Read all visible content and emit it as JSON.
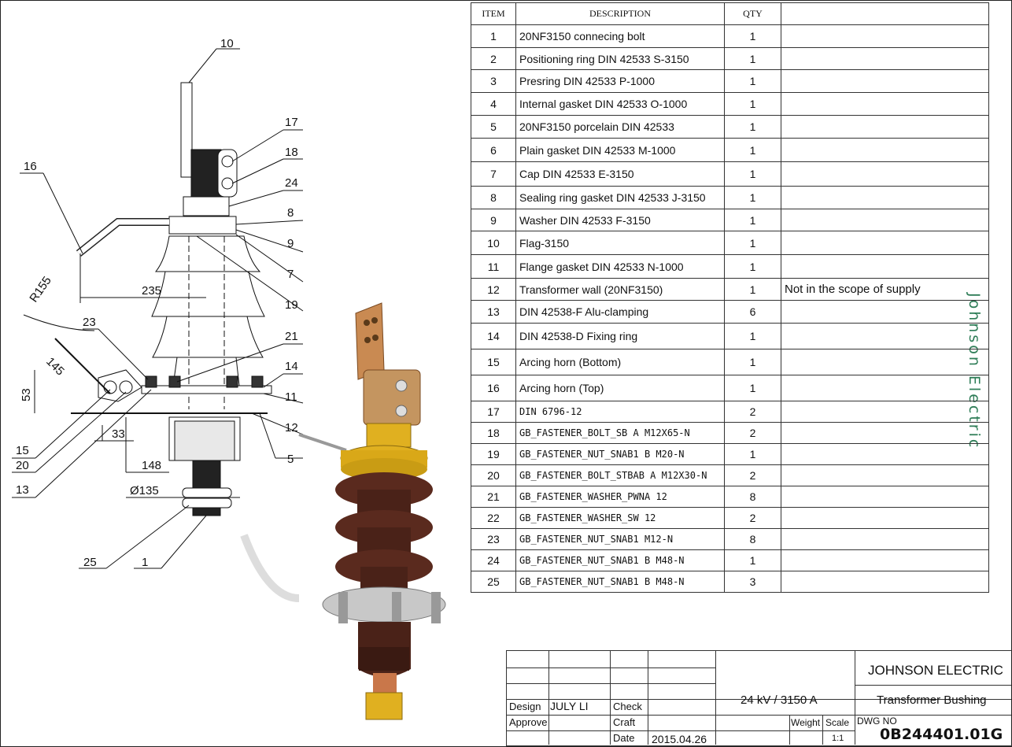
{
  "bom": {
    "headers": {
      "item": "ITEM",
      "description": "DESCRIPTION",
      "qty": "QTY"
    },
    "rows": [
      {
        "item": "1",
        "desc": "20NF3150 connecing bolt",
        "qty": "1",
        "remark": ""
      },
      {
        "item": "2",
        "desc": "Positioning ring DIN 42533 S-3150",
        "qty": "1",
        "remark": ""
      },
      {
        "item": "3",
        "desc": "Presring DIN 42533 P-1000",
        "qty": "1",
        "remark": ""
      },
      {
        "item": "4",
        "desc": "Internal gasket DIN 42533 O-1000",
        "qty": "1",
        "remark": ""
      },
      {
        "item": "5",
        "desc": "20NF3150 porcelain DIN 42533",
        "qty": "1",
        "remark": ""
      },
      {
        "item": "6",
        "desc": "Plain gasket DIN 42533 M-1000",
        "qty": "1",
        "remark": ""
      },
      {
        "item": "7",
        "desc": "Cap DIN 42533 E-3150",
        "qty": "1",
        "remark": ""
      },
      {
        "item": "8",
        "desc": "Sealing ring gasket DIN 42533 J-3150",
        "qty": "1",
        "remark": ""
      },
      {
        "item": "9",
        "desc": "Washer DIN 42533 F-3150",
        "qty": "1",
        "remark": ""
      },
      {
        "item": "10",
        "desc": "Flag-3150",
        "qty": "1",
        "remark": ""
      },
      {
        "item": "11",
        "desc": "Flange gasket DIN 42533 N-1000",
        "qty": "1",
        "remark": ""
      },
      {
        "item": "12",
        "desc": "Transformer wall (20NF3150)",
        "qty": "1",
        "remark": "Not in the scope of supply"
      },
      {
        "item": "13",
        "desc": "DIN 42538-F Alu-clamping",
        "qty": "6",
        "remark": ""
      },
      {
        "item": "14",
        "desc": "DIN 42538-D Fixing ring",
        "qty": "1",
        "remark": ""
      },
      {
        "item": "15",
        "desc": "Arcing horn (Bottom)",
        "qty": "1",
        "remark": ""
      },
      {
        "item": "16",
        "desc": "Arcing horn (Top)",
        "qty": "1",
        "remark": ""
      },
      {
        "item": "17",
        "desc": "DIN 6796-12",
        "qty": "2",
        "remark": ""
      },
      {
        "item": "18",
        "desc": "GB_FASTENER_BOLT_SB A M12X65-N",
        "qty": "2",
        "remark": ""
      },
      {
        "item": "19",
        "desc": "GB_FASTENER_NUT_SNAB1  B M20-N",
        "qty": "1",
        "remark": ""
      },
      {
        "item": "20",
        "desc": "GB_FASTENER_BOLT_STBAB A M12X30-N",
        "qty": "2",
        "remark": ""
      },
      {
        "item": "21",
        "desc": "GB_FASTENER_WASHER_PWNA 12",
        "qty": "8",
        "remark": ""
      },
      {
        "item": "22",
        "desc": "GB_FASTENER_WASHER_SW 12",
        "qty": "2",
        "remark": ""
      },
      {
        "item": "23",
        "desc": "GB_FASTENER_NUT_SNAB1 M12-N",
        "qty": "8",
        "remark": ""
      },
      {
        "item": "24",
        "desc": "GB_FASTENER_NUT_SNAB1  B M48-N",
        "qty": "1",
        "remark": ""
      },
      {
        "item": "25",
        "desc": "GB_FASTENER_NUT_SNAB1  B M48-N",
        "qty": "3",
        "remark": ""
      }
    ]
  },
  "side_brand": "Johnson Electric",
  "title_block": {
    "company": "JOHNSON ELECTRIC",
    "rating": "24 kV / 3150 A",
    "product": "Transformer Bushing",
    "design_label": "Design",
    "design_name": "JULY LI",
    "check_label": "Check",
    "approve_label": "Approve",
    "craft_label": "Craft",
    "date_label": "Date",
    "date": "2015.04.26",
    "weight_label": "Weight",
    "scale_label": "Scale",
    "scale": "1:1",
    "dwg_label": "DWG NO",
    "dwg_no": "0B244401.01G"
  },
  "drawing": {
    "balloons": [
      "10",
      "17",
      "18",
      "24",
      "8",
      "9",
      "7",
      "19",
      "16",
      "23",
      "21",
      "14",
      "11",
      "12",
      "5",
      "15",
      "20",
      "13",
      "25",
      "1"
    ],
    "dimensions": [
      "R155",
      "235",
      "145",
      "53",
      "33",
      "148",
      "Ø135"
    ]
  },
  "colors": {
    "porcelain": "#5a2a1e",
    "copper": "#c98a52",
    "brass": "#e0b020",
    "steel": "#c8c8c8",
    "brand_green": "#2e7d57"
  }
}
